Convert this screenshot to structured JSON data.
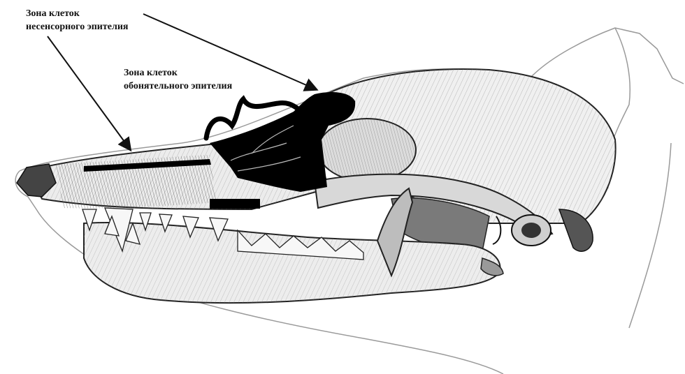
{
  "labels": {
    "nonsensory_epithelium": {
      "line1": "Зона клеток",
      "line2": "несенсорного эпителия"
    },
    "olfactory_epithelium": {
      "line1": "Зона клеток",
      "line2": "обонятельного эпителия"
    }
  },
  "colors": {
    "ink": "#111111",
    "outline": "#9a9a9a",
    "bone_fill": "#efefef",
    "shade": "#6b6b6b",
    "epithelium_zone": "#000000"
  }
}
